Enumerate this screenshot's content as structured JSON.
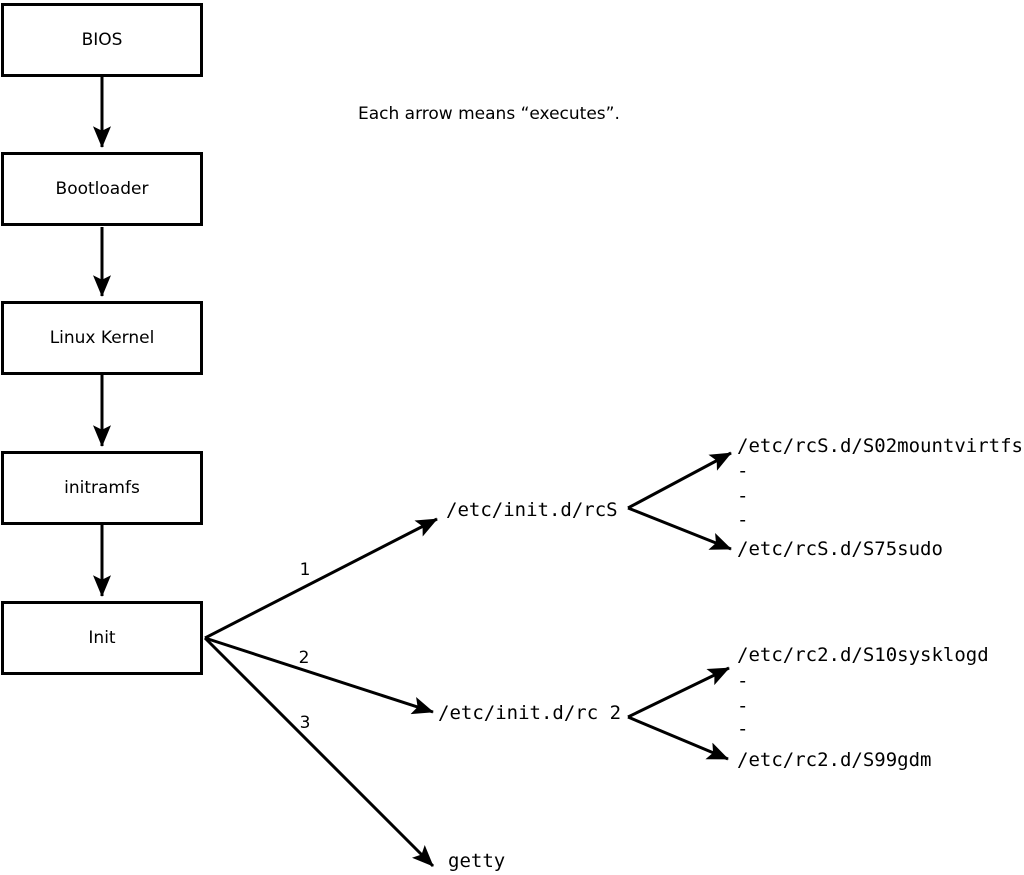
{
  "note": "Each arrow means “executes”.",
  "boxes": [
    {
      "label": "BIOS"
    },
    {
      "label": "Bootloader"
    },
    {
      "label": "Linux Kernel"
    },
    {
      "label": "initramfs"
    },
    {
      "label": "Init"
    }
  ],
  "branches": [
    {
      "number": "1",
      "target": "/etc/init.d/rcS",
      "children": [
        "/etc/rcS.d/S02mountvirtfs",
        "-",
        "-",
        "-",
        "/etc/rcS.d/S75sudo"
      ]
    },
    {
      "number": "2",
      "target": "/etc/init.d/rc 2",
      "children": [
        "/etc/rc2.d/S10sysklogd",
        "-",
        "-",
        "-",
        "/etc/rc2.d/S99gdm"
      ]
    },
    {
      "number": "3",
      "target": "getty"
    }
  ],
  "colors": {
    "line": "#000000",
    "text": "#000000",
    "background": "#ffffff"
  }
}
